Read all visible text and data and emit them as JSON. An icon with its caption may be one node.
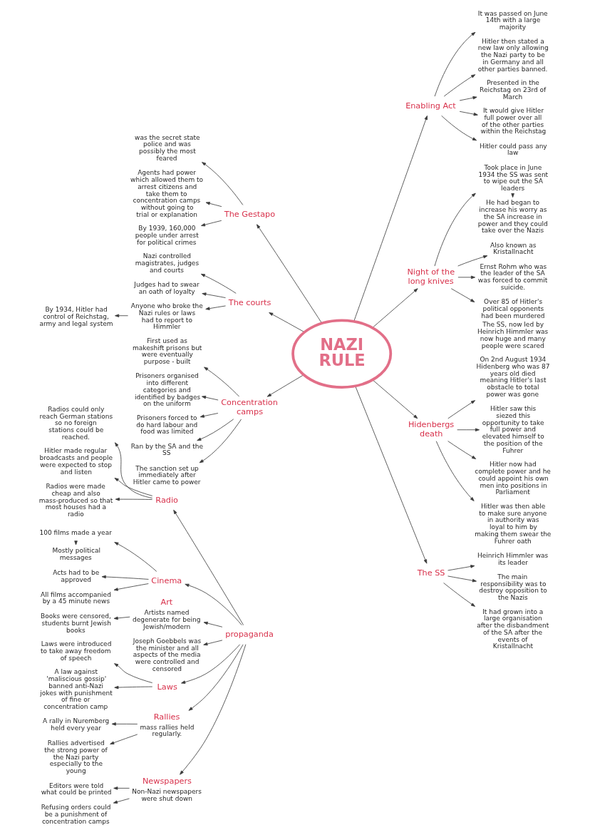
{
  "diagram": {
    "nodes": [
      {
        "text": [
          "NAZI RULE"
        ]
      },
      {
        "text": [
          "propaganda"
        ]
      },
      {
        "text": [
          "Radio"
        ]
      },
      {
        "text": [
          "Radios could only reach German stations so no foreign stations could be reached."
        ]
      },
      {
        "text": [
          "Hitler made regular broadcasts and people were expected to stop and listen"
        ]
      },
      {
        "text": [
          "Radios were made cheap and also mass-produced so that most houses had a radio"
        ]
      },
      {
        "text": [
          "Cinema"
        ]
      },
      {
        "text": [
          "100 films made a year"
        ]
      },
      {
        "text": [
          "Mostly political messages"
        ]
      },
      {
        "text": [
          "Acts had to be approved"
        ]
      },
      {
        "text": [
          "All films accompanied by a 45 minute news"
        ]
      },
      {
        "text": [
          "Art"
        ],
        "beside": [
          "Artists named degenerate for being Jewish/modern"
        ]
      },
      {
        "text": [
          "Books were censored, students burnt Jewish books"
        ]
      },
      {
        "text": [
          "Joseph Goebbels was the minister and all aspects of the media were controlled and censored"
        ]
      },
      {
        "text": [
          "Laws"
        ]
      },
      {
        "text": [
          "Laws were introduced to take away freedom of speech"
        ]
      },
      {
        "text": [
          "A law against 'maliscious gossip' banned anti-Nazi jokes with punishment of fine or concentration camp"
        ]
      },
      {
        "text": [
          "Rallies"
        ],
        "beside": [
          "mass rallies held regularly."
        ]
      },
      {
        "text": [
          "A rally in Nuremberg held every year"
        ]
      },
      {
        "text": [
          "Rallies advertised the strong power of the Nazi party especially to the young"
        ]
      },
      {
        "text": [
          "Newspapers"
        ],
        "beside": [
          "Non-Nazi newspapers were shut down"
        ]
      },
      {
        "text": [
          "Editors were told what could be printed"
        ]
      },
      {
        "text": [
          "Refusing orders could be a punishment of concentration camps"
        ]
      },
      {
        "text": [
          "Enabling Act"
        ]
      },
      {
        "text": [
          "It was passed on June 14th with a large majority"
        ]
      },
      {
        "text": [
          "Hitler then stated a new law only allowing the Nazi party to be in Germany and all other parties banned."
        ]
      },
      {
        "text": [
          "Presented in the Reichstag on 23rd of March"
        ]
      },
      {
        "text": [
          "It would give Hitler full power over all of the other parties within the Reichstag"
        ]
      },
      {
        "text": [
          "Hitler could pass any law"
        ]
      },
      {
        "text": [
          "Night of the long knives"
        ]
      },
      {
        "text": [
          "Took place in June 1934 the SS was sent to wipe out the SA leaders"
        ]
      },
      {
        "text": [
          "He had began to increase his worry as the SA increase in power and they could take over the Nazis"
        ]
      },
      {
        "text": [
          "Also known as Kristallnacht"
        ]
      },
      {
        "text": [
          "Ernst Rohm who was the leader of the SA was forced to commit suicide."
        ]
      },
      {
        "text": [
          "Over 85 of Hitler's political opponents had been murdered",
          "The SS, now led by Heinrich Himmler was now huge and many people were scared"
        ]
      },
      {
        "text": [
          "Hidenbergs death"
        ]
      },
      {
        "text": [
          "On 2nd August 1934 Hidenberg who was 87 years old died meaning Hitler's last obstacle to total power was gone"
        ]
      },
      {
        "text": [
          "Hitler saw this siezed this opportunity to take full power and elevated himself to the position of the Fuhrer"
        ]
      },
      {
        "text": [
          "Hitler now had complete power and he could appoint his own men into positions in Parliament"
        ]
      },
      {
        "text": [
          "Hitler was then able to make sure anyone in authority was loyal to him by making them swear the Fuhrer oath"
        ]
      },
      {
        "text": [
          "The SS"
        ]
      },
      {
        "text": [
          "Heinrich Himmler was its leader"
        ]
      },
      {
        "text": [
          "The main responsibility was to destroy opposition to the Nazis"
        ]
      },
      {
        "text": [
          "It had grown into a large organisation after the disbandment of the SA after the events of Kristallnacht"
        ]
      },
      {
        "text": [
          "The Gestapo"
        ]
      },
      {
        "text": [
          "was the secret state police and was possibly the most feared"
        ]
      },
      {
        "text": [
          "Agents had power which allowed them to arrest citizens and take them to concentration camps without going to trial or explanation"
        ]
      },
      {
        "text": [
          "By 1939, 160,000 people under arrest for political crimes"
        ]
      },
      {
        "text": [
          "The courts"
        ]
      },
      {
        "text": [
          "Nazi controlled magistrates, judges and courts"
        ]
      },
      {
        "text": [
          "Judges had to swear an oath of loyalty"
        ]
      },
      {
        "text": [
          "Anyone who broke the Nazi rules or laws had to report to Himmler"
        ]
      },
      {
        "text": [
          "By 1934, Hitler had control of Reichstag, army and legal system"
        ]
      },
      {
        "text": [
          "Concentration camps"
        ]
      },
      {
        "text": [
          "First used as makeshift prisons but were eventually purpose - built"
        ]
      },
      {
        "text": [
          "Prisoners organised into different categories and identified by badges on the uniform"
        ]
      },
      {
        "text": [
          "Prisoners forced to do hard labour and food was limited"
        ]
      },
      {
        "text": [
          "Ran by the SA and the SS"
        ]
      },
      {
        "text": [
          "The sanction set up immediately after Hitler came to power"
        ]
      }
    ],
    "edges": [
      {
        "from": 1,
        "to": 2,
        "arrow": "to"
      },
      {
        "from": 1,
        "to": 6,
        "arrow": "to"
      },
      {
        "from": 1,
        "to": 11,
        "arrow": "to"
      },
      {
        "from": 1,
        "to": 13,
        "arrow": "to"
      },
      {
        "from": 1,
        "to": 14,
        "arrow": "to"
      },
      {
        "from": 1,
        "to": 17,
        "arrow": "to"
      },
      {
        "from": 1,
        "to": 20,
        "arrow": "to"
      },
      {
        "from": 2,
        "to": 3,
        "arrow": "to"
      },
      {
        "from": 2,
        "to": 4,
        "arrow": "to"
      },
      {
        "from": 2,
        "to": 5,
        "arrow": "to"
      },
      {
        "from": 6,
        "to": 7,
        "arrow": "to"
      },
      {
        "from": 7,
        "to": 8,
        "arrow": "to"
      },
      {
        "from": 6,
        "to": 9,
        "arrow": "to"
      },
      {
        "from": 6,
        "to": 10,
        "arrow": "to"
      },
      {
        "from": 11,
        "to": 12,
        "arrow": "to"
      },
      {
        "from": 14,
        "to": 15,
        "arrow": "to"
      },
      {
        "from": 14,
        "to": 16,
        "arrow": "to"
      },
      {
        "from": 17,
        "to": 18,
        "arrow": "to"
      },
      {
        "from": 17,
        "to": 19,
        "arrow": "to"
      },
      {
        "from": 20,
        "to": 21,
        "arrow": "to"
      },
      {
        "from": 20,
        "to": 22,
        "arrow": "to"
      },
      {
        "from": 0,
        "to": 23,
        "arrow": "to"
      },
      {
        "from": 23,
        "to": 24,
        "arrow": "to"
      },
      {
        "from": 23,
        "to": 25,
        "arrow": "to"
      },
      {
        "from": 23,
        "to": 26,
        "arrow": "to"
      },
      {
        "from": 23,
        "to": 27,
        "arrow": "to"
      },
      {
        "from": 23,
        "to": 28,
        "arrow": "to"
      },
      {
        "from": 0,
        "to": 29,
        "arrow": "to"
      },
      {
        "from": 29,
        "to": 30,
        "arrow": "to"
      },
      {
        "from": 30,
        "to": 31,
        "arrow": "to"
      },
      {
        "from": 29,
        "to": 32,
        "arrow": "to"
      },
      {
        "from": 29,
        "to": 33,
        "arrow": "to"
      },
      {
        "from": 29,
        "to": 34,
        "arrow": "to"
      },
      {
        "from": 0,
        "to": 35,
        "arrow": "to"
      },
      {
        "from": 35,
        "to": 36,
        "arrow": "to"
      },
      {
        "from": 35,
        "to": 37,
        "arrow": "to"
      },
      {
        "from": 35,
        "to": 38,
        "arrow": "to"
      },
      {
        "from": 35,
        "to": 39,
        "arrow": "to"
      },
      {
        "from": 0,
        "to": 40,
        "arrow": "to"
      },
      {
        "from": 40,
        "to": 41,
        "arrow": "to"
      },
      {
        "from": 40,
        "to": 42,
        "arrow": "to"
      },
      {
        "from": 40,
        "to": 43,
        "arrow": "to"
      },
      {
        "from": 0,
        "to": 44,
        "arrow": "to"
      },
      {
        "from": 44,
        "to": 45,
        "arrow": "to"
      },
      {
        "from": 44,
        "to": 46,
        "arrow": "to"
      },
      {
        "from": 44,
        "to": 47,
        "arrow": "to"
      },
      {
        "from": 0,
        "to": 48,
        "arrow": "to"
      },
      {
        "from": 48,
        "to": 49,
        "arrow": "to"
      },
      {
        "from": 48,
        "to": 50,
        "arrow": "to"
      },
      {
        "from": 48,
        "to": 51,
        "arrow": "to"
      },
      {
        "from": 51,
        "to": 52,
        "arrow": "to"
      },
      {
        "from": 0,
        "to": 53,
        "arrow": "to"
      },
      {
        "from": 53,
        "to": 54,
        "arrow": "to"
      },
      {
        "from": 53,
        "to": 55,
        "arrow": "to"
      },
      {
        "from": 53,
        "to": 56,
        "arrow": "to"
      },
      {
        "from": 53,
        "to": 57,
        "arrow": "to"
      },
      {
        "from": 53,
        "to": 58,
        "arrow": "to"
      }
    ]
  }
}
